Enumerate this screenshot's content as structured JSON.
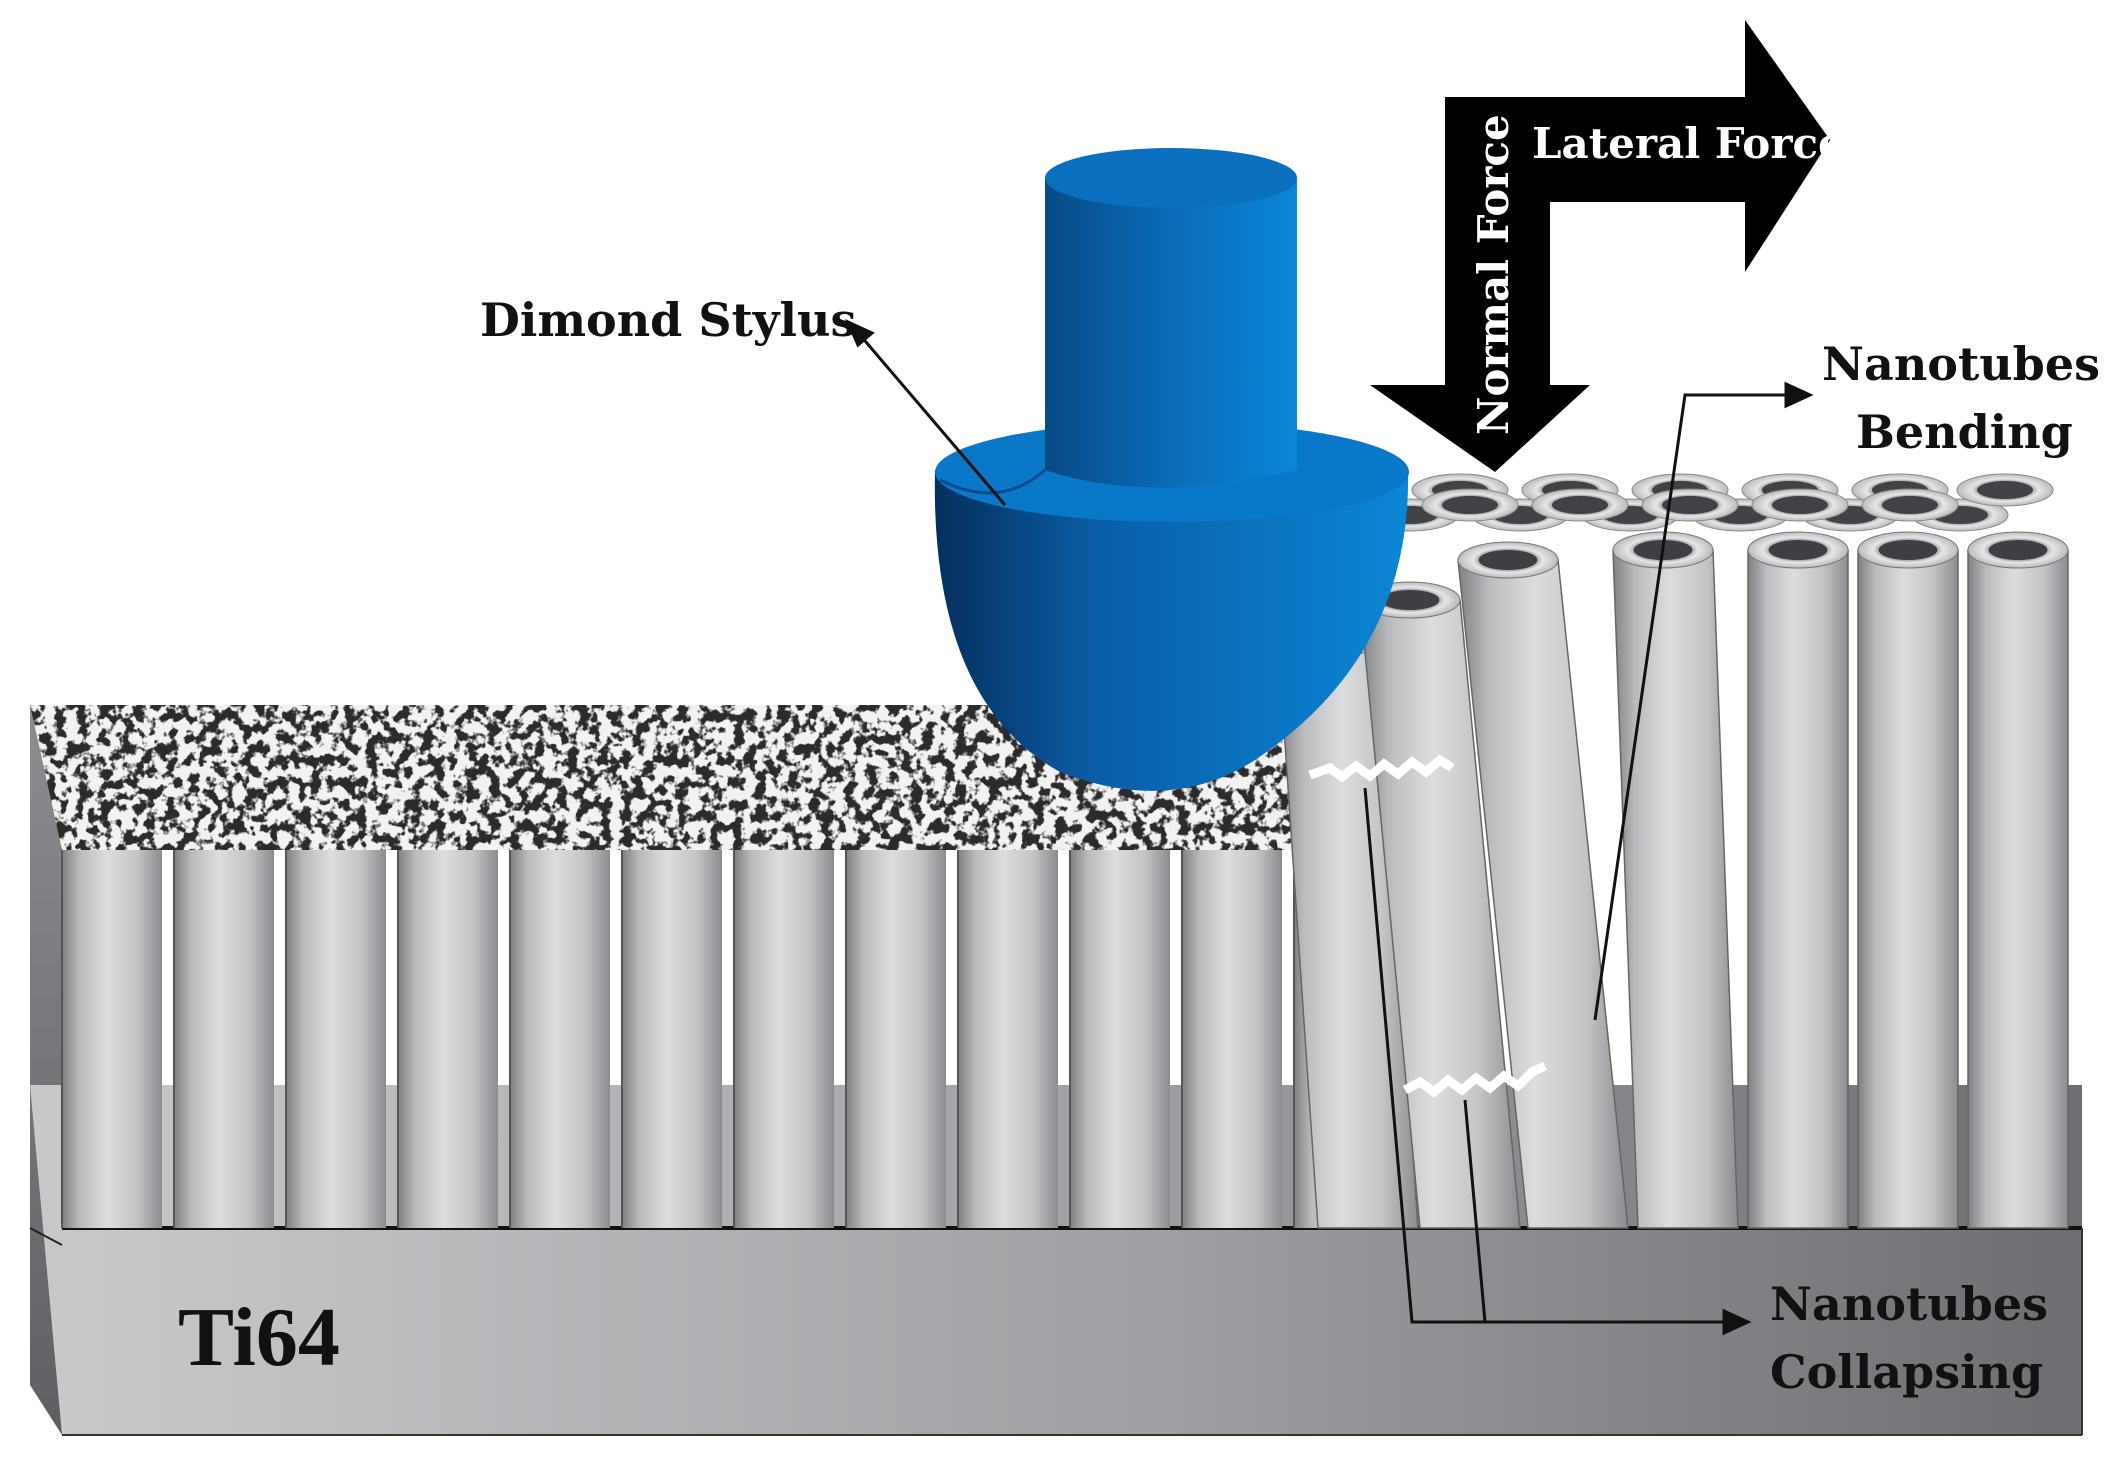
{
  "labels": {
    "substrate": "Ti64",
    "stylus": "Dimond Stylus",
    "lateral_force": "Lateral Force",
    "normal_force": "Normal Force",
    "bending_line1": "Nanotubes",
    "bending_line2": "Bending",
    "collapsing_line1": "Nanotubes",
    "collapsing_line2": "Collapsing"
  },
  "colors": {
    "stylus": "#0a74c4",
    "nanotube": "#c9cacb",
    "substrate": "#a9abad",
    "arrow": "#000000"
  }
}
